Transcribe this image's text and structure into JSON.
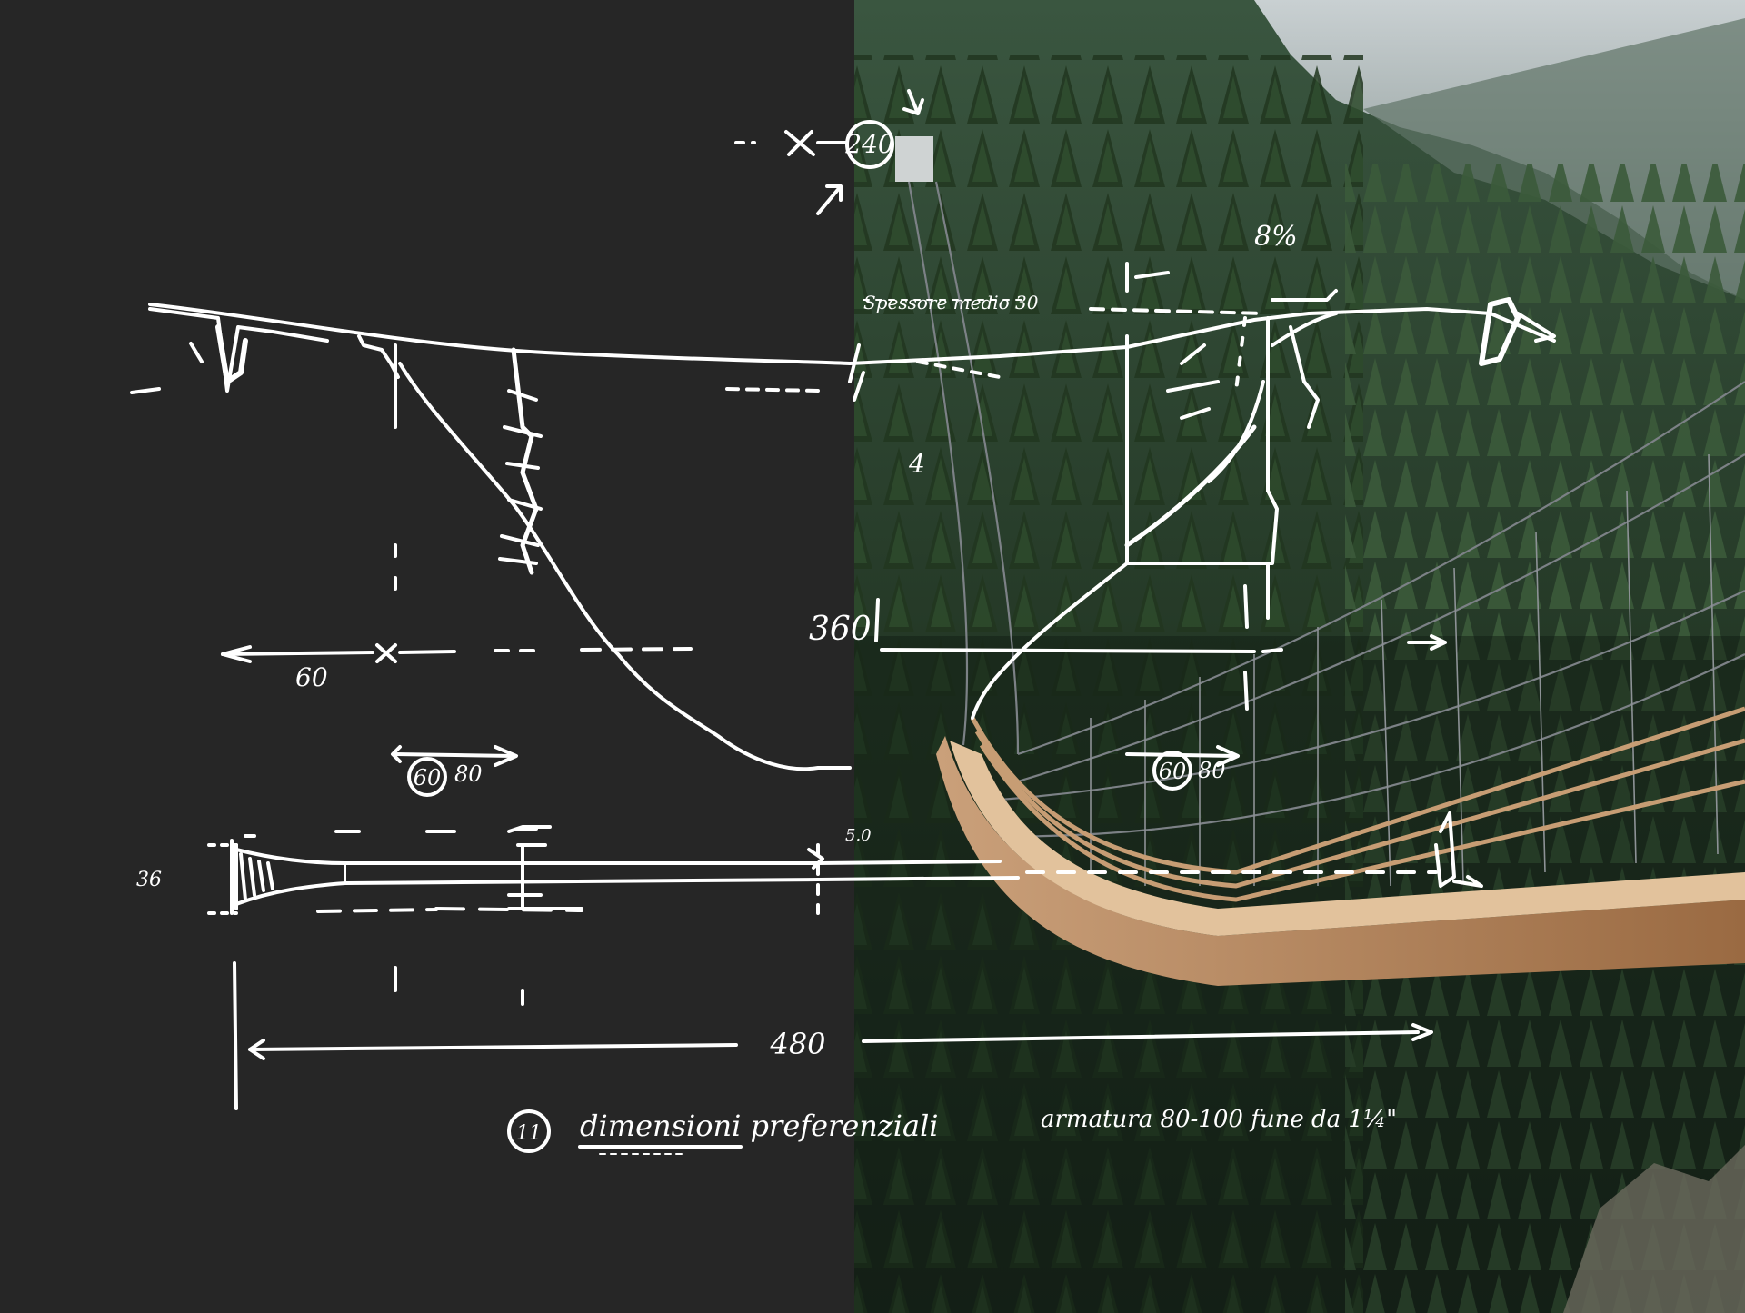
{
  "image": {
    "panels": [
      "sketch-panel",
      "photo-panel"
    ],
    "colors": {
      "sketch_background": "#262626",
      "ink": "#ffffff",
      "forest_dark": "#1d2a1d",
      "forest_mid": "#2f4a30",
      "mountain_mist": "#9aa6a8",
      "bridge_wood": "#b8875a",
      "cable_grey": "#6e7479"
    }
  },
  "sketch": {
    "annotations": {
      "top_dimension": "240",
      "top_left_label": "4",
      "span_label": "360",
      "left_bay_label": "60",
      "center_circle_label": "60",
      "center_range_label": "80",
      "right_circle_label": "60",
      "right_range_label": "80",
      "total_length_label": "480",
      "percent_label": "8%",
      "deck_left_label": "36",
      "deck_right_label": "5.0",
      "upper_note": "Spessore medio 30",
      "note_number": "11",
      "caption": "dimensioni preferenziali",
      "caption_right": "armatura 80-100 fune da 1¼\""
    }
  }
}
